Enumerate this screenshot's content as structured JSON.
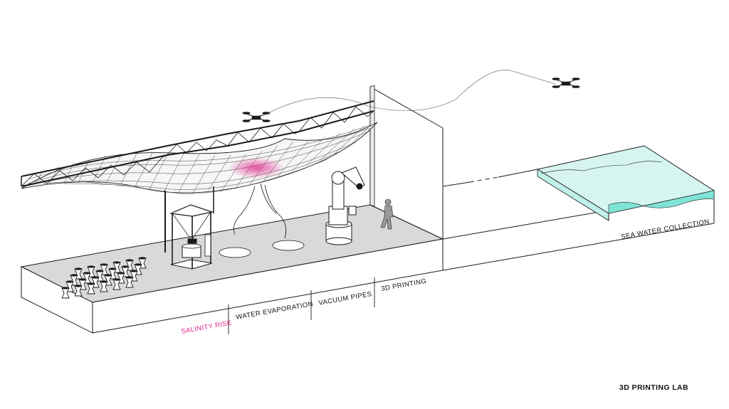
{
  "title": "3D PRINTING LAB",
  "labels": {
    "salinity_rise": "SALINITY RISE",
    "water_evaporation": "WATER EVAPORATION",
    "vacuum_pipes": "VACUUM PIPES",
    "printing_3d": "3D PRINTING",
    "sea_water_collection": "SEA WATER COLLECTION"
  },
  "colors": {
    "accent": "#e0218a",
    "water": "#bff0ea",
    "water_deep": "#7fe3d6",
    "ground": "#d9d9d9",
    "line": "#1a1a1a"
  },
  "icons": [
    "drone-icon",
    "robot-arm-icon",
    "person-icon",
    "delta-printer-icon",
    "printed-stool-icon"
  ]
}
